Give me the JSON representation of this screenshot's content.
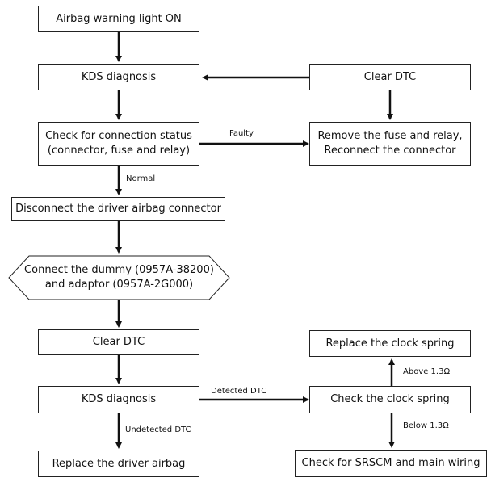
{
  "nodes": {
    "airbag_light": "Airbag warning light ON",
    "kds_diag_1": "KDS diagnosis",
    "clear_dtc_1": "Clear DTC",
    "check_conn_line1": "Check for connection status",
    "check_conn_line2": "(connector, fuse and relay)",
    "remove_fuse_line1": "Remove the fuse and relay,",
    "remove_fuse_line2": "Reconnect the connector",
    "disconnect_airbag": "Disconnect the driver airbag connector",
    "connect_dummy_line1": "Connect the dummy (0957A-38200)",
    "connect_dummy_line2": "and adaptor (0957A-2G000)",
    "clear_dtc_2": "Clear DTC",
    "kds_diag_2": "KDS diagnosis",
    "check_clock": "Check the clock spring",
    "replace_clock": "Replace the clock spring",
    "replace_airbag": "Replace the driver airbag",
    "check_srscm": "Check for SRSCM and main wiring"
  },
  "labels": {
    "faulty": "Faulty",
    "normal": "Normal",
    "detected": "Detected DTC",
    "undetected": "Undetected DTC",
    "above": "Above 1.3Ω",
    "below": "Below 1.3Ω"
  }
}
